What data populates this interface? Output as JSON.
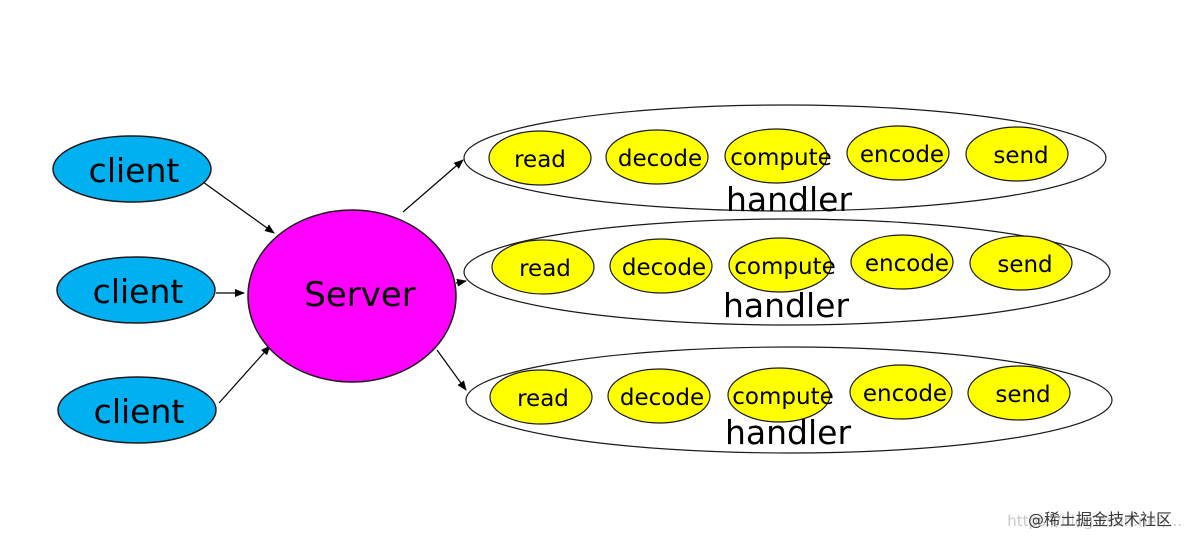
{
  "diagram": {
    "clients": [
      "client",
      "client",
      "client"
    ],
    "server": "Server",
    "handlers": [
      {
        "label": "handler",
        "stages": [
          "read",
          "decode",
          "compute",
          "encode",
          "send"
        ]
      },
      {
        "label": "handler",
        "stages": [
          "read",
          "decode",
          "compute",
          "encode",
          "send"
        ]
      },
      {
        "label": "handler",
        "stages": [
          "read",
          "decode",
          "compute",
          "encode",
          "send"
        ]
      }
    ],
    "colors": {
      "client": "#00b0f0",
      "server": "#ff00ff",
      "stage": "#ffff00",
      "outline": "#1a1a1a"
    }
  },
  "watermark": {
    "faint_url": "https://blog.csdn.net/...",
    "text": "@稀土掘金技术社区"
  }
}
